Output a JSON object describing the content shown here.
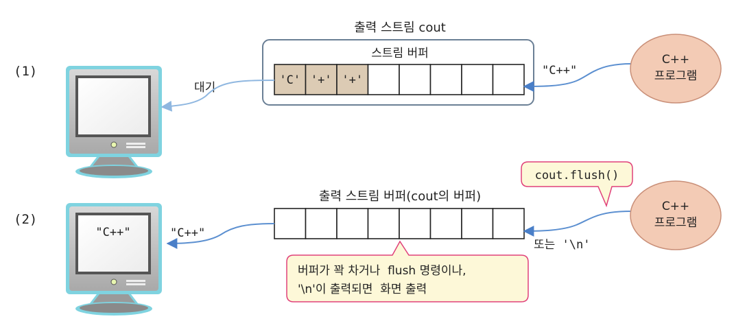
{
  "panel1": {
    "label": "(1)",
    "stream_title": "출력 스트림 cout",
    "buffer_title": "스트림 버퍼",
    "cells": [
      "'C'",
      "'+'",
      "'+'",
      "",
      "",
      "",
      "",
      ""
    ],
    "wait_label": "대기",
    "input_label": "\"C++\"",
    "program_line1": "C++",
    "program_line2": "프로그램"
  },
  "panel2": {
    "label": "(2)",
    "buffer_title": "출력 스트림 버퍼(cout의 버퍼)",
    "cells": [
      "",
      "",
      "",
      "",
      "",
      "",
      "",
      ""
    ],
    "output_label": "\"C++\"",
    "screen_text": "\"C++\"",
    "flush_callout": "cout.flush()",
    "newline_label": "또는 '\\n'",
    "note_line1": "버퍼가 꽉 차거나  flush 명령이나,",
    "note_line2": "'\\n'이 출력되면  화면 출력",
    "program_line1": "C++",
    "program_line2": "프로그램"
  },
  "colors": {
    "monitor_outline": "#7fd3e0",
    "monitor_body": "#c9c9c9",
    "program_fill": "#f3cbb5",
    "filled_cell": "#dccbb4",
    "callout_fill": "#fdf8d8",
    "callout_stroke": "#e0407a",
    "arrow": "#5b8fd0",
    "buffer_frame": "#6a7f95"
  }
}
